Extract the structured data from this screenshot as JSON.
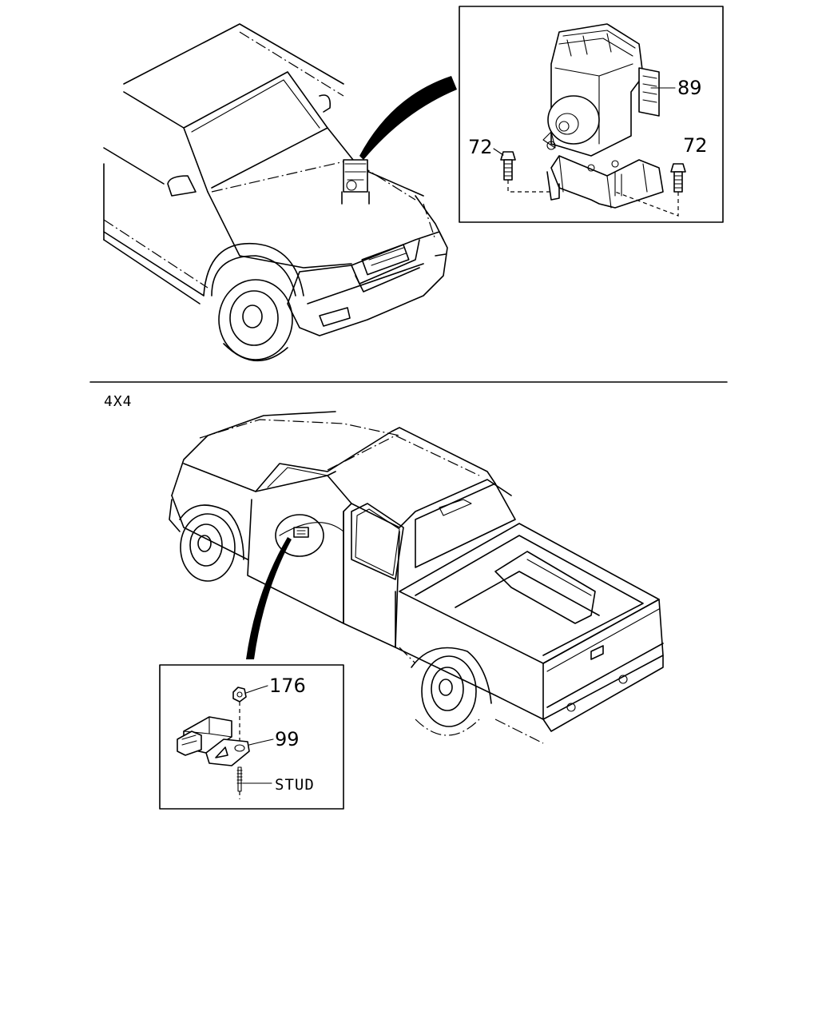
{
  "top_view": {
    "callouts": {
      "abs_unit": "89",
      "bolt_left": "72",
      "bolt_right": "72"
    }
  },
  "section_label": "4X4",
  "bottom_view": {
    "callouts": {
      "nut": "176",
      "sensor": "99",
      "stud": "STUD"
    }
  }
}
